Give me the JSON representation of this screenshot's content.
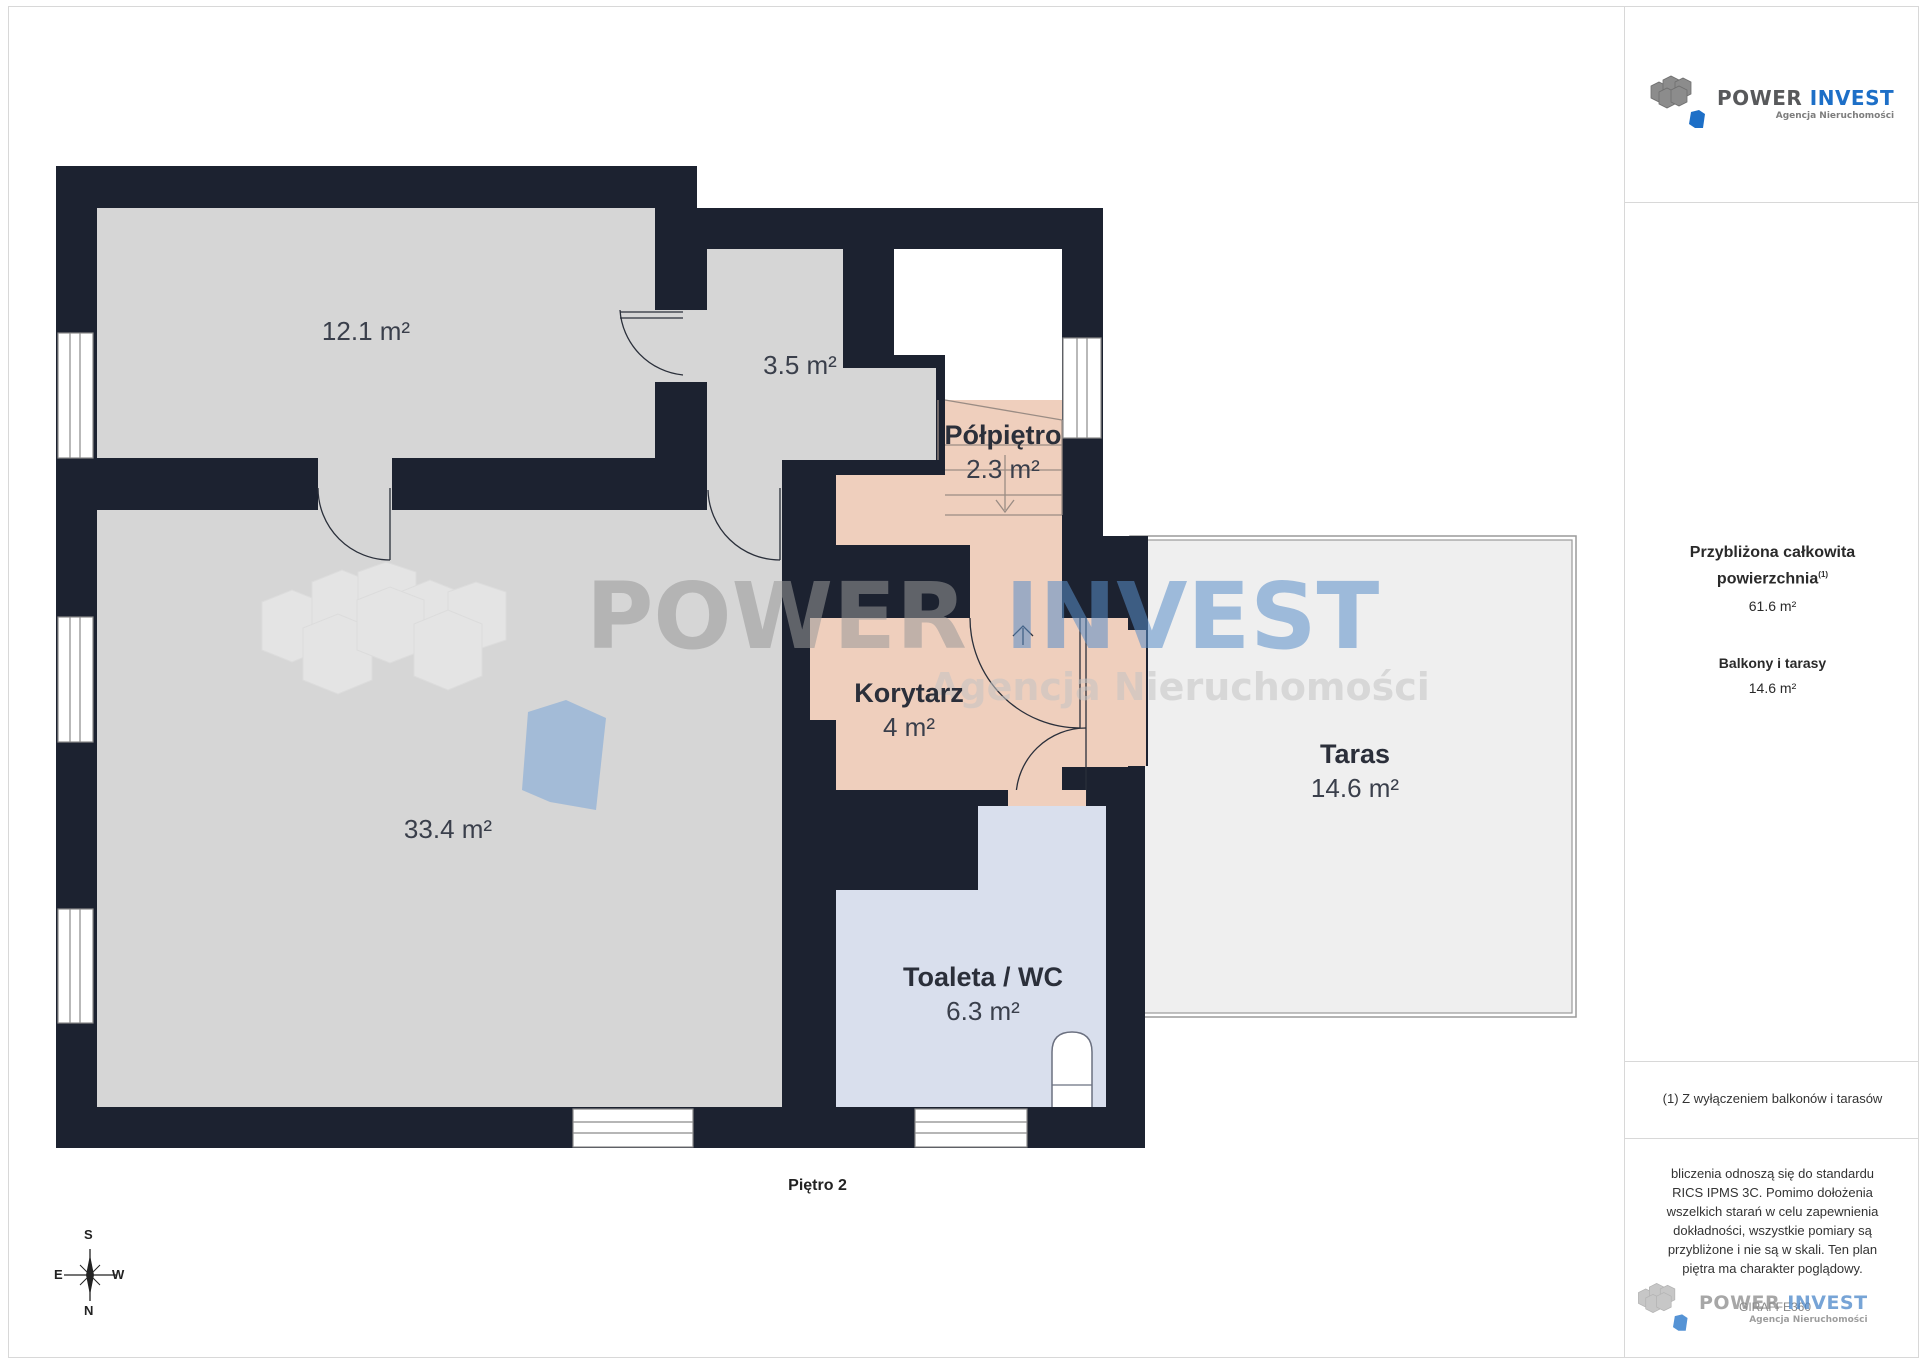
{
  "brand": {
    "name_part1": "POWER",
    "name_part2": "INVEST",
    "tagline": "Agencja Nieruchomości",
    "color_gray": "#58595b",
    "color_blue": "#1d6fc7"
  },
  "rooms": [
    {
      "id": "room-12",
      "name": "",
      "area": "12.1 m²"
    },
    {
      "id": "room-3-5",
      "name": "",
      "area": "3.5 m²"
    },
    {
      "id": "polpietro",
      "name": "Półpiętro",
      "area": "2.3 m²"
    },
    {
      "id": "room-33",
      "name": "",
      "area": "33.4 m²"
    },
    {
      "id": "korytarz",
      "name": "Korytarz",
      "area": "4 m²"
    },
    {
      "id": "taras",
      "name": "Taras",
      "area": "14.6 m²"
    },
    {
      "id": "toaleta",
      "name": "Toaleta / WC",
      "area": "6.3 m²"
    }
  ],
  "floor_label": "Piętro 2",
  "compass": {
    "north": "N",
    "south": "S",
    "east": "E",
    "west": "W"
  },
  "sidebar": {
    "total_title_line1": "Przybliżona całkowita",
    "total_title_line2": "powierzchnia",
    "total_footnote_mark": "(1)",
    "total_value": "61.6 m²",
    "balcony_title": "Balkony i tarasy",
    "balcony_value": "14.6 m²",
    "footnote": "(1) Z wyłączeniem balkonów i tarasów",
    "disclaimer": "bliczenia odnoszą się do standardu RICS IPMS 3C. Pomimo dołożenia wszelkich starań w celu zapewnienia dokładności, wszystkie pomiary są przybliżone i nie są w skali. Ten plan piętra ma charakter poglądowy.",
    "credit": "GIRAFFE360"
  },
  "colors": {
    "wall": "#1c2230",
    "room_gray": "#d6d6d6",
    "room_peach": "#efcfbd",
    "room_blue": "#d9dfed",
    "terrace": "#efefef"
  }
}
